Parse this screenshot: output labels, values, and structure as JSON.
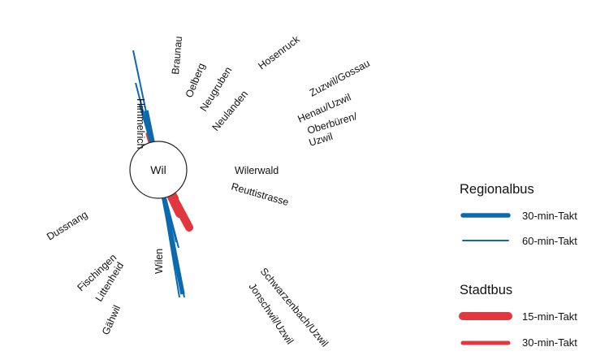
{
  "hub": {
    "label": "Wil"
  },
  "colors": {
    "regional": "#0a6aad",
    "city": "#e0383e"
  },
  "routes": [
    {
      "label": "Himmelrich",
      "type": "city",
      "interval": "30-min-Takt"
    },
    {
      "label": "Braunau",
      "type": "city",
      "interval": "30-min-Takt"
    },
    {
      "label": "Oelberg",
      "type": "city",
      "interval": "15-min-Takt"
    },
    {
      "label": "Neugruben",
      "type": "city",
      "interval": "15-min-Takt"
    },
    {
      "label": "Neulanden",
      "type": "city",
      "interval": "15-min-Takt"
    },
    {
      "label": "Hosenruck",
      "type": "regional",
      "interval": "60-min-Takt"
    },
    {
      "label": "Zuzwil/Gossau",
      "type": "regional",
      "interval": "60-min-Takt"
    },
    {
      "label": "Henau/Uzwil",
      "type": "regional",
      "interval": "30-min-Takt"
    },
    {
      "label": "Oberbüren/",
      "label2": "Uzwil",
      "type": "regional",
      "interval": "60-min-Takt"
    },
    {
      "label": "Wilerwald",
      "type": "city",
      "interval": "15-min-Takt"
    },
    {
      "label": "Reuttistrasse",
      "type": "city",
      "interval": "15-min-Takt"
    },
    {
      "label": "Schwarzenbach/Uzwil",
      "type": "regional",
      "interval": "60-min-Takt"
    },
    {
      "label": "Jonschwil/Uzwil",
      "type": "regional",
      "interval": "60-min-Takt"
    },
    {
      "label": "Wilen",
      "type": "city",
      "interval": "15-min-Takt"
    },
    {
      "label": "Gähwil",
      "type": "regional",
      "interval": "30-min-Takt"
    },
    {
      "label": "Littenheid",
      "type": "regional",
      "interval": "60-min-Takt"
    },
    {
      "label": "Fischingen",
      "type": "regional",
      "interval": "60-min-Takt"
    },
    {
      "label": "Dussnang",
      "type": "regional",
      "interval": "60-min-Takt"
    }
  ],
  "legend": {
    "regional": {
      "heading": "Regionalbus",
      "items": [
        {
          "label": "30-min-Takt",
          "style": "thick"
        },
        {
          "label": "60-min-Takt",
          "style": "thin"
        }
      ]
    },
    "city": {
      "heading": "Stadtbus",
      "items": [
        {
          "label": "15-min-Takt",
          "style": "thick"
        },
        {
          "label": "30-min-Takt",
          "style": "thin"
        }
      ]
    }
  }
}
